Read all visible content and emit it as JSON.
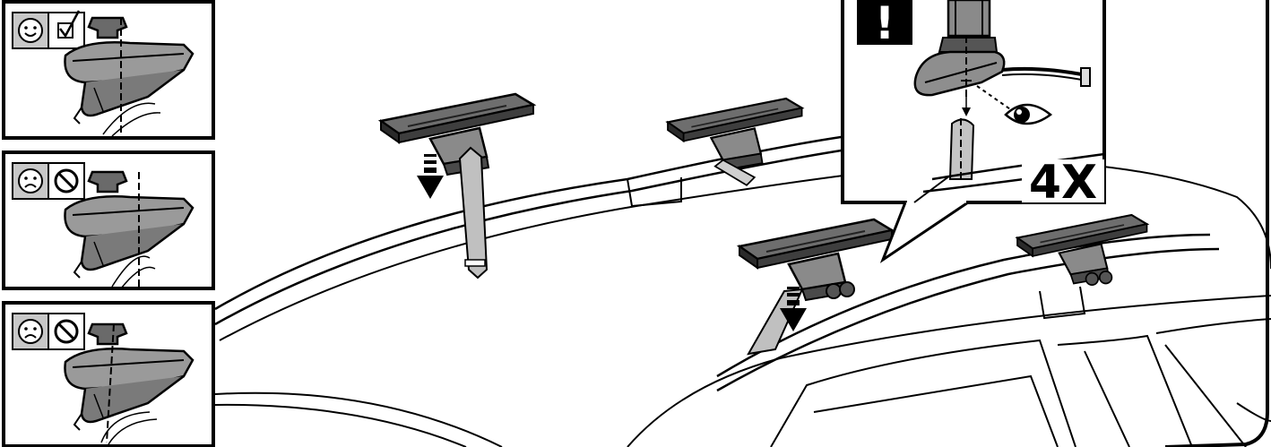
{
  "diagram": {
    "count_label": "4X",
    "warning_symbol": "!",
    "panels": [
      {
        "status": "correct",
        "face_icon": "smiley-face-icon",
        "mark_icon": "checkbox-checked-icon"
      },
      {
        "status": "incorrect",
        "face_icon": "sad-face-icon",
        "mark_icon": "prohibited-icon"
      },
      {
        "status": "incorrect",
        "face_icon": "sad-face-icon",
        "mark_icon": "prohibited-icon"
      }
    ],
    "callout_icons": [
      "warning-icon",
      "eye-icon",
      "arrow-down-icon"
    ],
    "colors": {
      "stroke": "#000000",
      "background": "#ffffff",
      "foot_fill": "#7f7f7f",
      "foot_dark": "#4a4a4a",
      "icon_box": "#c8c8c8",
      "strap_fill": "#b8b8b8"
    }
  }
}
